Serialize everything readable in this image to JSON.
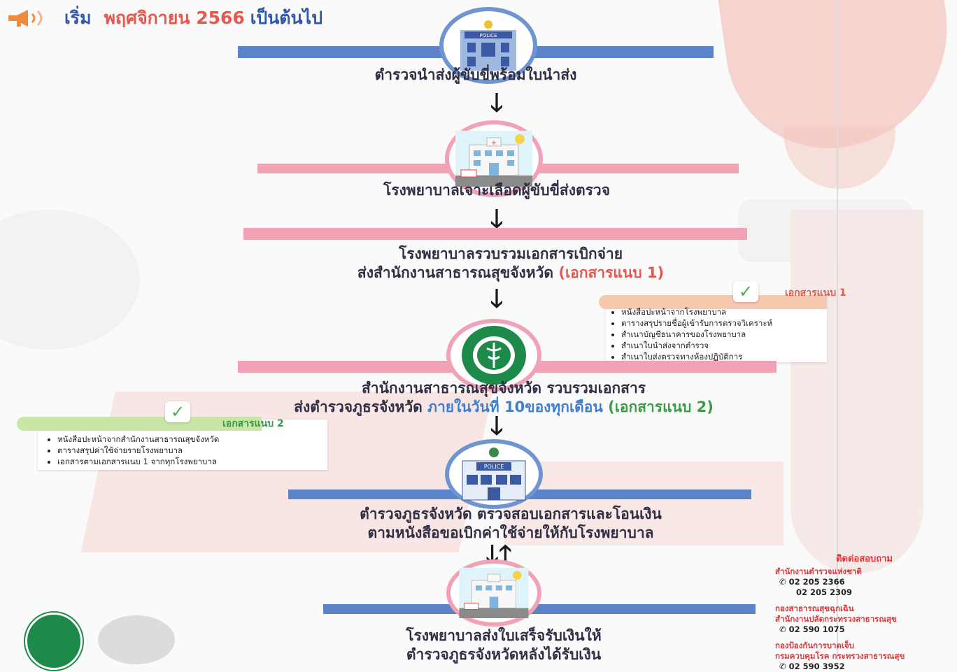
{
  "header": {
    "part1": "เริ่ม",
    "part2": "พฤศจิกายน 2566",
    "part3": "เป็นต้นไป"
  },
  "steps": [
    {
      "text": "ตำรวจนำส่งผู้ขับขี่พร้อมใบนำส่ง"
    },
    {
      "text": "โรงพยาบาลเจาะเลือดผู้ขับขี่ส่งตรวจ"
    },
    {
      "line1": "โรงพยาบาลรวบรวมเอกสารเบิกจ่าย",
      "line2": "ส่งสำนักงานสาธารณสุขจังหวัด",
      "ref": "(เอกสารแนบ 1)"
    },
    {
      "line1": "สำนักงานสาธารณสุขจังหวัด รวบรวมเอกสาร",
      "line2": "ส่งตำรวจภูธรจังหวัด",
      "deadline": "ภายในวันที่  10ของทุกเดือน",
      "ref": "(เอกสารแนบ 2)"
    },
    {
      "line1": "ตำรวจภูธรจังหวัด ตรวจสอบเอกสารและโอนเงิน",
      "line2": "ตามหนังสือขอเบิกค่าใช้จ่ายให้กับโรงพยาบาล"
    },
    {
      "line1": "โรงพยาบาลส่งใบเสร็จรับเงินให้",
      "line2": "ตำรวจภูธรจังหวัดหลังได้รับเงิน"
    }
  ],
  "police_sign": "POLICE",
  "attachment1": {
    "label": "เอกสารแนบ 1",
    "items": [
      "หนังสือปะหน้าจากโรงพยาบาล",
      "ตารางสรุปรายชื่อผู้เข้ารับการตรวจวิเคราะห์",
      "สำเนาบัญชีธนาคารของโรงพยาบาล",
      "สำเนาใบนำส่งจากตำรวจ",
      "สำเนาใบส่งตรวจทางห้องปฏิบัติการ"
    ]
  },
  "attachment2": {
    "label": "เอกสารแนบ 2",
    "items": [
      "หนังสือปะหน้าจากสำนักงานสาธารณสุขจังหวัด",
      "ตารางสรุปค่าใช้จ่ายรายโรงพยาบาล",
      "เอกสารตามเอกสารแนบ 1 จากทุกโรงพยาบาล"
    ]
  },
  "contact": {
    "title": "ติดต่อสอบถาม",
    "groups": [
      {
        "org": "สำนักงานตำรวจแห่งชาติ",
        "phones": [
          "02 205 2366",
          "02 205 2309"
        ]
      },
      {
        "org": "กองสาธารณสุขฉุกเฉิน",
        "org2": "สำนักงานปลัดกระทรวงสาธารณสุข",
        "phones": [
          "02 590 1075"
        ]
      },
      {
        "org": "กองป้องกันการบาดเจ็บ",
        "org2": "กรมควบคุมโรค กระทรวงสาธารณสุข",
        "phones": [
          "02 590 3952"
        ]
      }
    ]
  },
  "colors": {
    "blue": "#5a83c9",
    "pink": "#f1a2b6",
    "red": "#e4584e",
    "green": "#3a9d48"
  }
}
